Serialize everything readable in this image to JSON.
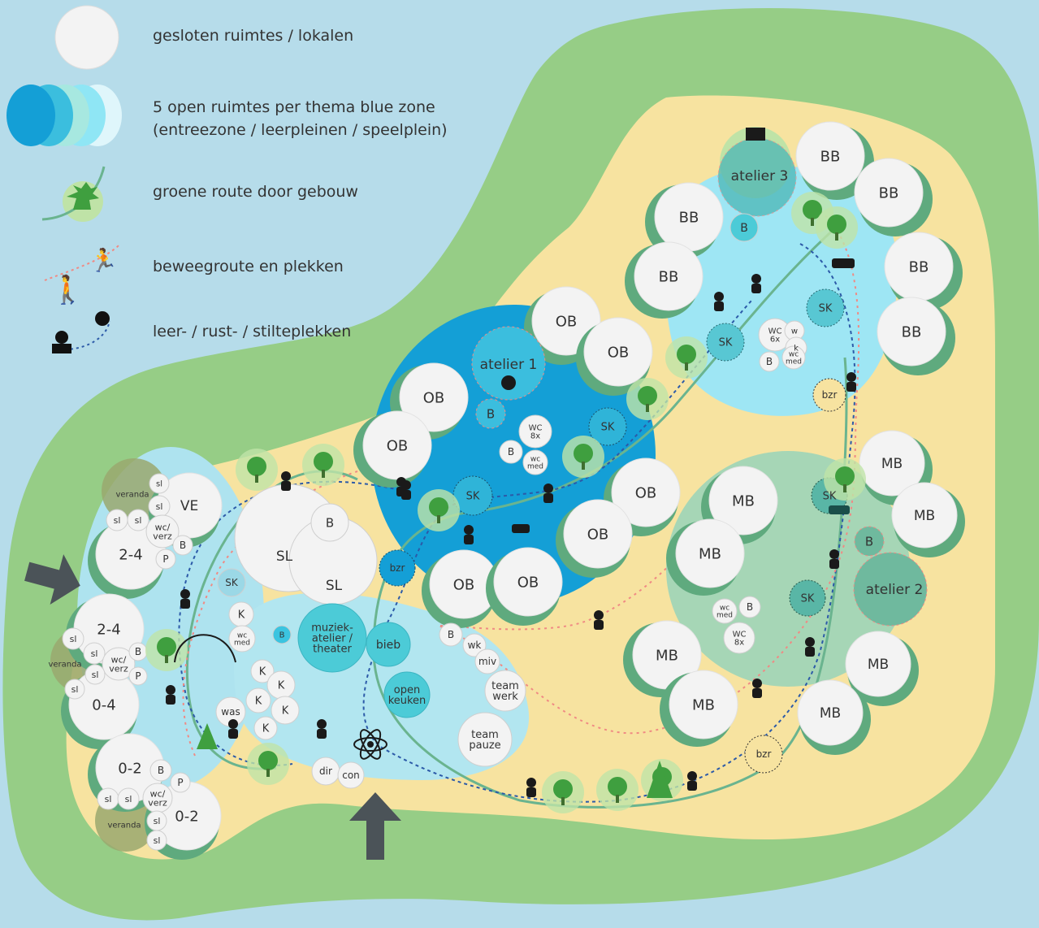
{
  "legend": {
    "closed": "gesloten ruimtes / lokalen",
    "open_line1": "5 open ruimtes per thema blue zone",
    "open_line2": "(entreezone / leerpleinen / speelplein)",
    "green": "groene route door gebouw",
    "move": "beweegroute en plekken",
    "quiet": "leer- / rust- / stilteplekken"
  },
  "colors": {
    "water": "#b6dcea",
    "island": "#96cd86",
    "sand": "#f7e3a0",
    "zone_dark_blue": "#149fd6",
    "zone_light_blue": "#9ee6f4",
    "zone_pale_blue": "#b2e6f0",
    "zone_mint": "#a6d6b6",
    "room_white": "#f3f3f3",
    "room_shadow": "#5faa7e",
    "teal_room": "#4ccbd7",
    "route_green": "#6ab48f",
    "route_blue": "#2c5aa8",
    "route_red": "#f08a84"
  },
  "rooms": [
    {
      "id": "bb1",
      "label": "BB"
    },
    {
      "id": "bb2",
      "label": "BB"
    },
    {
      "id": "bb3",
      "label": "BB"
    },
    {
      "id": "bb4",
      "label": "BB"
    },
    {
      "id": "bb5",
      "label": "BB"
    },
    {
      "id": "bb6",
      "label": "BB"
    },
    {
      "id": "ob1",
      "label": "OB"
    },
    {
      "id": "ob2",
      "label": "OB"
    },
    {
      "id": "ob3",
      "label": "OB"
    },
    {
      "id": "ob4",
      "label": "OB"
    },
    {
      "id": "ob5",
      "label": "OB"
    },
    {
      "id": "ob6",
      "label": "OB"
    },
    {
      "id": "ob7",
      "label": "OB"
    },
    {
      "id": "ob8",
      "label": "OB"
    },
    {
      "id": "mb1",
      "label": "MB"
    },
    {
      "id": "mb2",
      "label": "MB"
    },
    {
      "id": "mb3",
      "label": "MB"
    },
    {
      "id": "mb4",
      "label": "MB"
    },
    {
      "id": "mb5",
      "label": "MB"
    },
    {
      "id": "mb6",
      "label": "MB"
    },
    {
      "id": "mb7",
      "label": "MB"
    },
    {
      "id": "mb8",
      "label": "MB"
    },
    {
      "id": "sl1",
      "label": "SL"
    },
    {
      "id": "sl2",
      "label": "SL"
    },
    {
      "id": "ve",
      "label": "VE"
    },
    {
      "id": "g24a",
      "label": "2-4"
    },
    {
      "id": "g24b",
      "label": "2-4"
    },
    {
      "id": "g04",
      "label": "0-4"
    },
    {
      "id": "g02a",
      "label": "0-2"
    },
    {
      "id": "g02b",
      "label": "0-2"
    }
  ],
  "ateliers": {
    "a1": "atelier 1",
    "a2": "atelier 2",
    "a3": "atelier 3"
  },
  "facilities": {
    "muziek": [
      "muziek-",
      "atelier /",
      "theater"
    ],
    "bieb": "bieb",
    "keuken": [
      "open",
      "keuken"
    ],
    "teamwerk": [
      "team",
      "werk"
    ],
    "teampauze": [
      "team",
      "pauze"
    ],
    "wk": "wk",
    "miv": "miv",
    "dir": "dir",
    "con": "con",
    "was": "was",
    "veranda": "veranda",
    "sl": "sl",
    "p": "P",
    "b": "B",
    "k": "K",
    "sk": "SK",
    "bzr": "bzr",
    "wc_verz": [
      "wc/",
      "verz"
    ],
    "wc_med": [
      "wc",
      "med"
    ],
    "wc6x": [
      "WC",
      "6x"
    ],
    "wc8x": [
      "WC",
      "8x"
    ],
    "w": "w",
    "k_small": "k"
  }
}
